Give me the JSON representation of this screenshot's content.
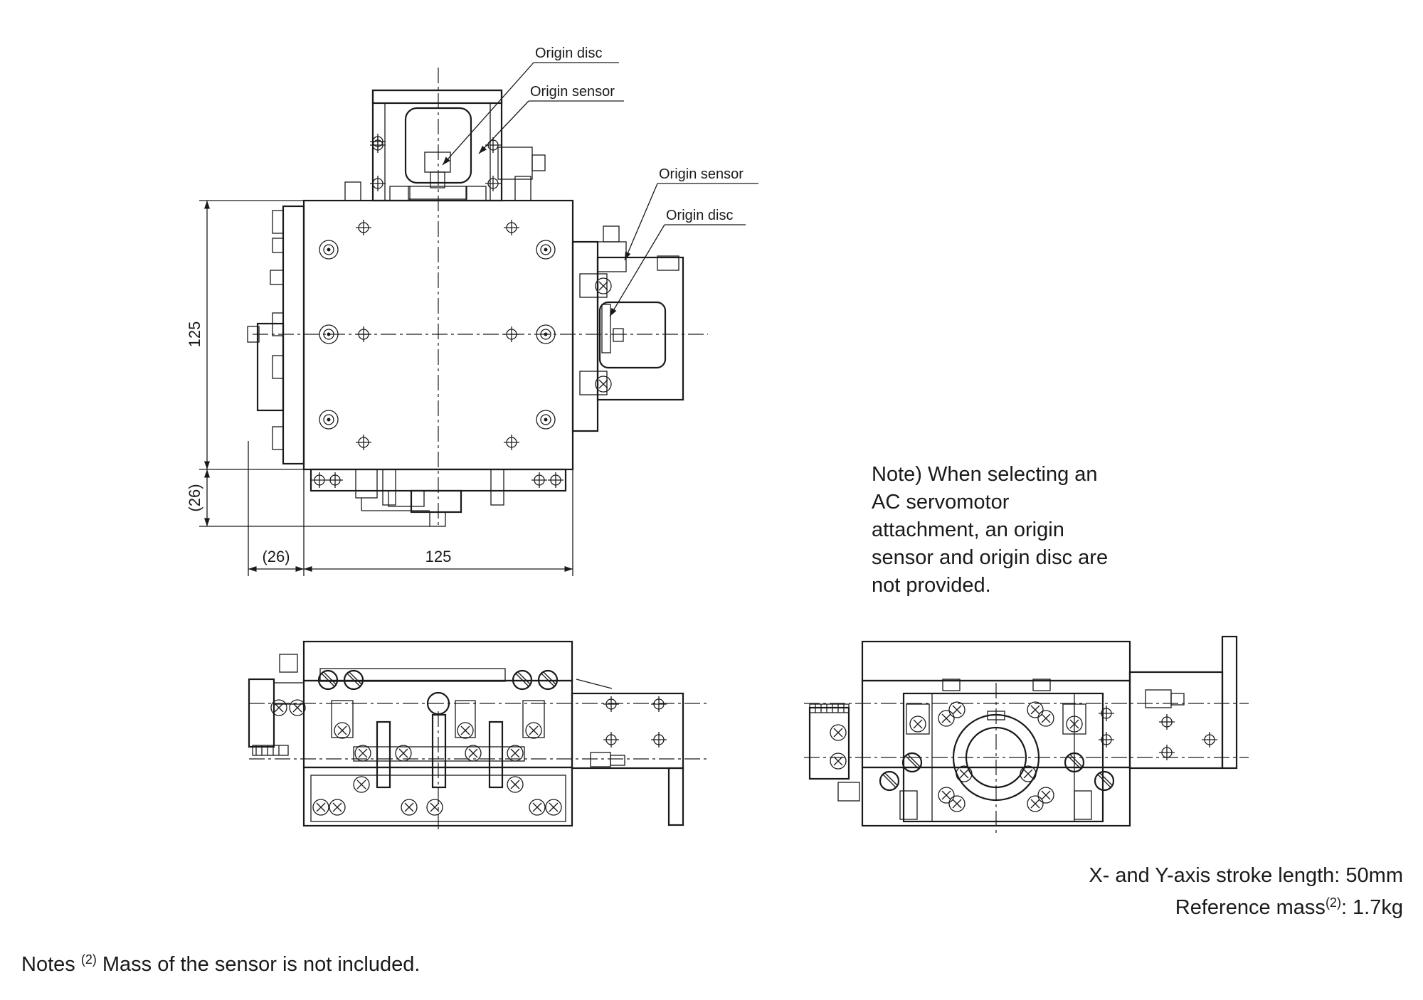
{
  "labels": {
    "top_origin_disc": "Origin disc",
    "top_origin_sensor": "Origin sensor",
    "side_origin_sensor": "Origin sensor",
    "side_origin_disc": "Origin disc"
  },
  "dimensions": {
    "height_main": "125",
    "height_offset": "(26)",
    "width_offset": "(26)",
    "width_main": "125"
  },
  "note": {
    "lines": [
      "Note) When selecting an",
      "AC servomotor",
      "attachment, an origin",
      "sensor and origin disc are",
      "not provided."
    ]
  },
  "specs": {
    "stroke": "X- and Y-axis stroke length: 50mm",
    "mass_label": "Reference mass",
    "mass_ref": "(2)",
    "mass_value": ": 1.7kg"
  },
  "footnote": {
    "prefix": "Notes",
    "ref": "(2)",
    "text": "Mass of the sensor is not included."
  }
}
